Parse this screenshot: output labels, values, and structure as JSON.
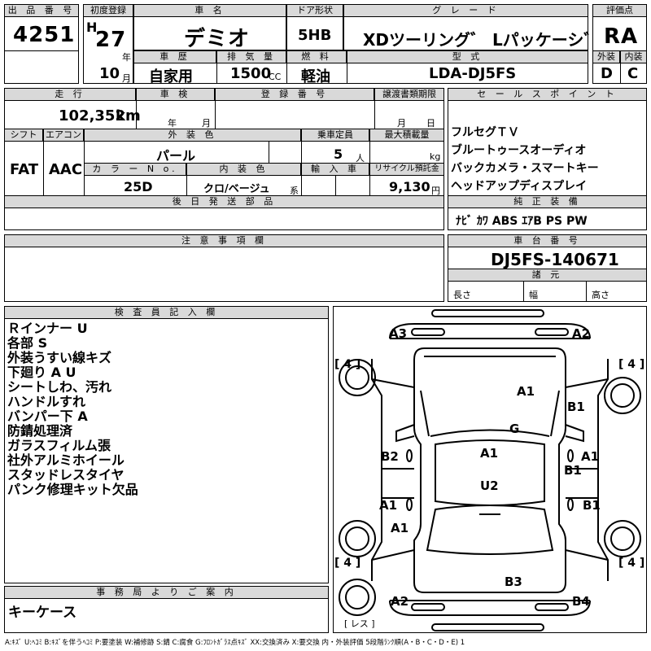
{
  "header": {
    "lot_label": "出 品 番 号",
    "lot_no": "4251",
    "first_reg_label": "初度登録",
    "era": "H",
    "year": "27",
    "year_unit": "年",
    "month": "10",
    "month_unit": "月",
    "name_label": "車 名",
    "name": "デミオ",
    "door_label": "ドア形状",
    "door": "5HB",
    "grade_label": "グ レ ー ド",
    "grade": "XDツーリング゛ Lパッケーシ゛",
    "score_label": "評価点",
    "score": "RA",
    "history_label": "車 歴",
    "history": "自家用",
    "displacement_label": "排 気 量",
    "displacement": "1500",
    "displacement_unit": "CC",
    "fuel_label": "燃 料",
    "fuel": "軽油",
    "model_label": "型 式",
    "model": "LDA-DJ5FS",
    "ext_label": "外装",
    "ext_grade": "D",
    "int_label": "内装",
    "int_grade": "C"
  },
  "row2": {
    "mileage_label": "走 行",
    "mileage": "102,352",
    "mileage_unit": "km",
    "inspection_label": "車 検",
    "insp_year_unit": "年",
    "insp_month_unit": "月",
    "reg_label": "登 録 番 号",
    "transfer_label": "譲渡書類期限",
    "transfer_month_unit": "月",
    "transfer_day_unit": "日",
    "shift_label": "シフト",
    "shift": "FAT",
    "ac_label": "エアコン",
    "ac": "AAC",
    "color_label": "外 装 色",
    "color": "パール",
    "capacity_label": "乗車定員",
    "capacity": "5",
    "capacity_unit": "人",
    "load_label": "最大積載量",
    "load_unit": "kg",
    "color_no_label": "カ ラ ー N o.",
    "color_no": "25D",
    "int_color_label": "内 装 色",
    "int_color": "クロ/ベージュ",
    "int_color_unit": "系",
    "import_label": "輸 入 車",
    "recycle_label": "リサイクル預託金",
    "recycle": "9,130",
    "recycle_unit": "円",
    "later_label": "後 日 発 送 部 品"
  },
  "sales": {
    "label": "セ ー ル ス ポ イ ン ト",
    "points": [
      "フルセグＴＶ",
      "ブルートゥースオーディオ",
      "バックカメラ・スマートキー",
      "ヘッドアップディスプレイ"
    ],
    "equip_label": "純 正 装 備",
    "equipment": "ﾅﾋﾞ ｶﾜ ABS ｴｱB PS PW"
  },
  "caution": {
    "label": "注 意 事 項 欄"
  },
  "chassis": {
    "label": "車 台 番 号",
    "number": "DJ5FS-140671",
    "spec_label": "諸 元",
    "length_label": "長さ",
    "width_label": "幅",
    "height_label": "高さ"
  },
  "inspector": {
    "label": "検 査 員 記 入 欄",
    "notes": [
      "Ｒインナー U",
      "各部 S",
      "外装うすい線キズ",
      "下廻り A U",
      "シートしわ、汚れ",
      "ハンドルすれ",
      "バンパー下 A",
      "防錆処理済",
      "ガラスフィルム張",
      "社外アルミホイール",
      "スタッドレスタイヤ",
      "パンク修理キット欠品"
    ]
  },
  "office": {
    "label": "事 務 局 よ り ご 案 内",
    "text": "キーケース"
  },
  "diagram": {
    "tire_tl": "[ 4 ]",
    "tire_tr": "[ 4 ]",
    "tire_bl": "[ 4 ]",
    "tire_br": "[ 4 ]",
    "spare": "[ レス ]",
    "marks": {
      "a3": "A3",
      "a2_top": "A2",
      "a1_hood": "A1",
      "b1_front_right": "B1",
      "g": "G",
      "b2": "B2",
      "a1_roof": "A1",
      "a1_right": "A1",
      "b1_right": "B1",
      "u2": "U2",
      "a1_left": "A1",
      "b1_rear_right": "B1",
      "a1_rear_left": "A1",
      "b3": "B3",
      "a2_bottom": "A2",
      "b4": "B4"
    }
  },
  "legend": "A:ｷｽﾞ U:ﾍｺﾐ B:ｷｽﾞを伴うﾍｺﾐ P:要塗装 W:補修跡 S:錆 C:腐食 G:ﾌﾛﾝﾄｶﾞﾗｽ点ｷｽﾞ XX:交換済み X:要交換 内・外装評価 5段階ﾗﾝｸ順(A・B・C・D・E) 1"
}
